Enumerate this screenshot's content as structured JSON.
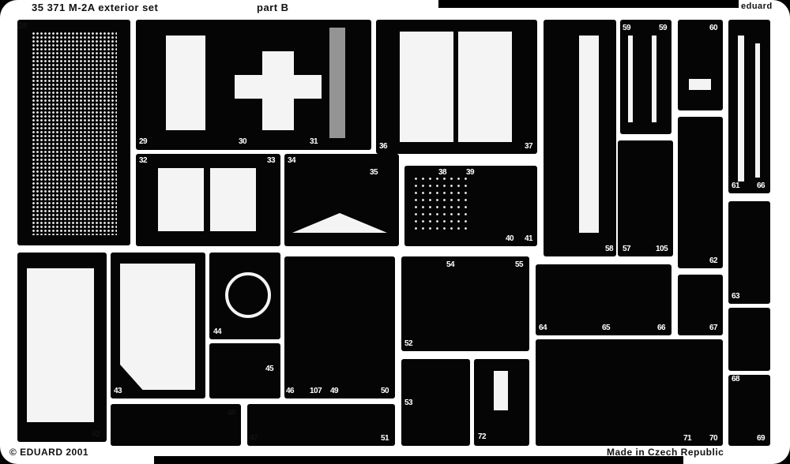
{
  "header": {
    "set_title": "35 371 M-2A exterior set",
    "part": "part B",
    "brand": "eduard"
  },
  "footer": {
    "copyright": "© EDUARD 2001",
    "origin": "Made in Czech Republic"
  },
  "part_numbers": [
    "28",
    "29",
    "30",
    "31",
    "32",
    "33",
    "34",
    "35",
    "36",
    "37",
    "38",
    "39",
    "40",
    "41",
    "42",
    "43",
    "44",
    "45",
    "46",
    "107",
    "49",
    "50",
    "52",
    "54",
    "55",
    "53",
    "72",
    "58",
    "59",
    "59",
    "60",
    "61",
    "66",
    "57",
    "105",
    "62",
    "63",
    "64",
    "65",
    "66",
    "67",
    "68",
    "71",
    "70",
    "69",
    "48",
    "47",
    "51"
  ]
}
